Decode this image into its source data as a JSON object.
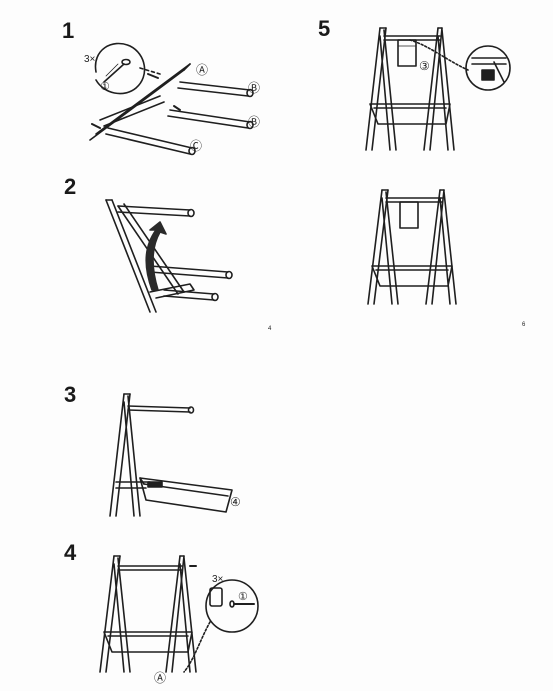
{
  "steps": [
    {
      "number": "1",
      "callouts": {
        "qty": "3×",
        "part": "①",
        "a": "Ⓐ",
        "b1": "Ⓑ",
        "b2": "Ⓑ",
        "c": "Ⓒ"
      }
    },
    {
      "number": "2"
    },
    {
      "number": "3",
      "callouts": {
        "part": "④"
      }
    },
    {
      "number": "4",
      "callouts": {
        "qty": "3×",
        "part": "①",
        "a": "Ⓐ"
      }
    },
    {
      "number": "5",
      "callouts": {
        "part": "③"
      }
    }
  ],
  "marks": {
    "small_a": "4",
    "small_b": "6"
  },
  "colors": {
    "ink": "#1f1f1f",
    "paper": "#fdfdfd",
    "arrow": "#2a2a2a"
  }
}
